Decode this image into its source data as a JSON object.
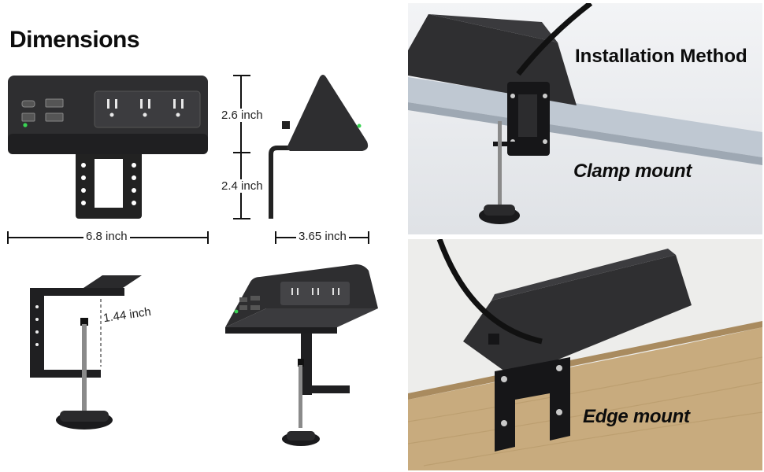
{
  "heading": "Dimensions",
  "dimensions": {
    "width": "6.8 inch",
    "top_height": "2.6 inch",
    "bottom_height": "2.4 inch",
    "depth": "3.65 inch",
    "clamp_gap": "1.44 inch"
  },
  "installation": {
    "title": "Installation Method",
    "clamp_label": "Clamp mount",
    "edge_label": "Edge mount"
  },
  "colors": {
    "device": "#2e2e30",
    "device_dark": "#1a1a1c",
    "indicator": "#39d353",
    "desk_top": "#bfc8d2",
    "wood": "#c8ab7e"
  },
  "icons": [
    "power-outlet-icon",
    "usb-port-icon",
    "usb-c-port-icon",
    "clamp-knob-icon"
  ]
}
